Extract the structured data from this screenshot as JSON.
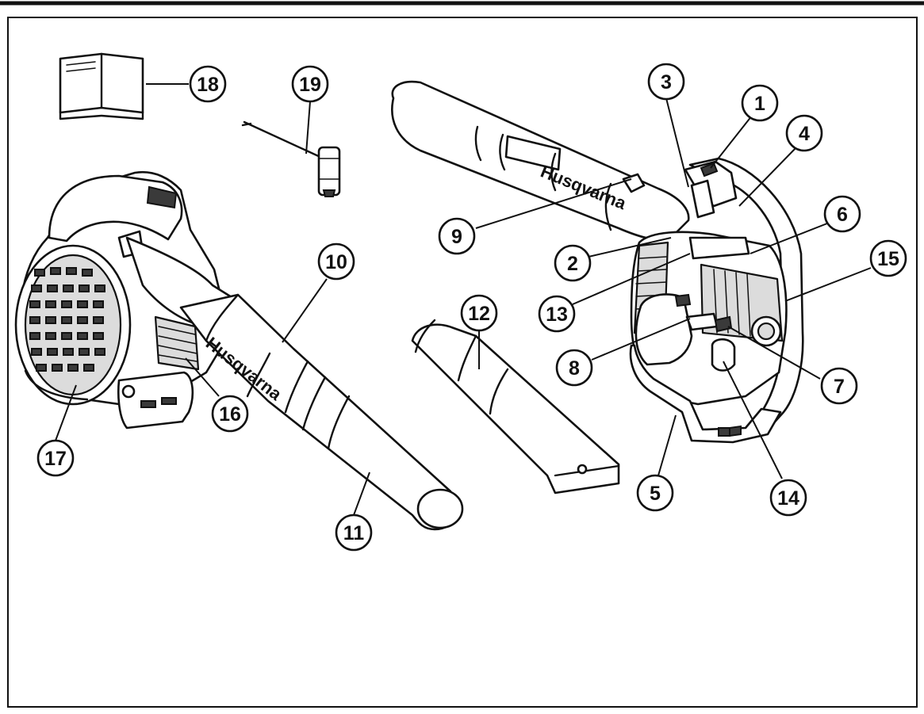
{
  "brand_text": "Husqvarna",
  "callouts": [
    {
      "id": "1",
      "label": "1"
    },
    {
      "id": "2",
      "label": "2"
    },
    {
      "id": "3",
      "label": "3"
    },
    {
      "id": "4",
      "label": "4"
    },
    {
      "id": "5",
      "label": "5"
    },
    {
      "id": "6",
      "label": "6"
    },
    {
      "id": "7",
      "label": "7"
    },
    {
      "id": "8",
      "label": "8"
    },
    {
      "id": "9",
      "label": "9"
    },
    {
      "id": "10",
      "label": "10"
    },
    {
      "id": "11",
      "label": "11"
    },
    {
      "id": "12",
      "label": "12"
    },
    {
      "id": "13",
      "label": "13"
    },
    {
      "id": "14",
      "label": "14"
    },
    {
      "id": "15",
      "label": "15"
    },
    {
      "id": "16",
      "label": "16"
    },
    {
      "id": "17",
      "label": "17"
    },
    {
      "id": "18",
      "label": "18"
    },
    {
      "id": "19",
      "label": "19"
    }
  ]
}
